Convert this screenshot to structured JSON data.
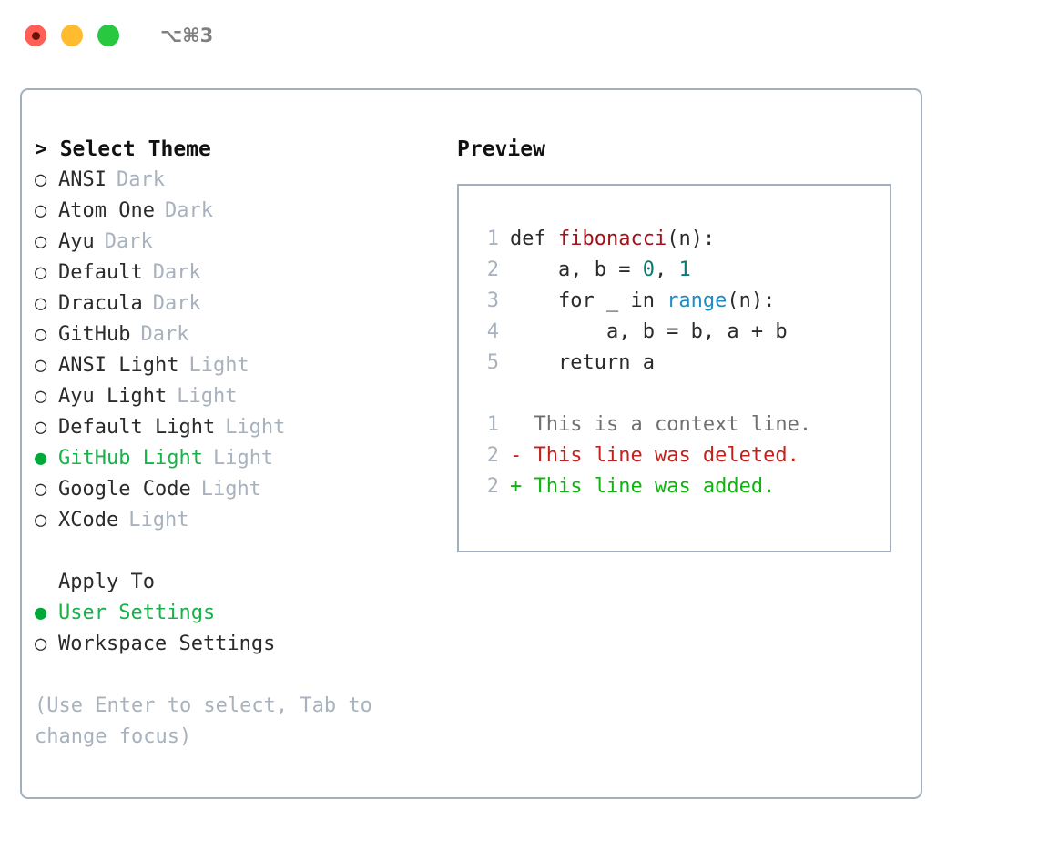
{
  "window": {
    "shortcut": "⌥⌘3",
    "traffic_lights": [
      {
        "name": "close",
        "color": "#ff5f57"
      },
      {
        "name": "minimize",
        "color": "#febc2e"
      },
      {
        "name": "maximize",
        "color": "#28c840"
      }
    ]
  },
  "theme_picker": {
    "header": "> Select Theme",
    "selected_marker": "●",
    "unselected_marker": "○",
    "selected_color": "#18b14a",
    "variant_color": "#a8b2be",
    "items": [
      {
        "name": "ANSI",
        "variant": "Dark",
        "selected": false
      },
      {
        "name": "Atom One",
        "variant": "Dark",
        "selected": false
      },
      {
        "name": "Ayu",
        "variant": "Dark",
        "selected": false
      },
      {
        "name": "Default",
        "variant": "Dark",
        "selected": false
      },
      {
        "name": "Dracula",
        "variant": "Dark",
        "selected": false
      },
      {
        "name": "GitHub",
        "variant": "Dark",
        "selected": false
      },
      {
        "name": "ANSI Light",
        "variant": "Light",
        "selected": false
      },
      {
        "name": "Ayu Light",
        "variant": "Light",
        "selected": false
      },
      {
        "name": "Default Light",
        "variant": "Light",
        "selected": false
      },
      {
        "name": "GitHub Light",
        "variant": "Light",
        "selected": true
      },
      {
        "name": "Google Code",
        "variant": "Light",
        "selected": false
      },
      {
        "name": "XCode",
        "variant": "Light",
        "selected": false
      }
    ]
  },
  "apply_to": {
    "header": "Apply To",
    "options": [
      {
        "label": "User Settings",
        "selected": true
      },
      {
        "label": "Workspace Settings",
        "selected": false
      }
    ]
  },
  "hint": "(Use Enter to select, Tab to change focus)",
  "preview": {
    "header": "Preview",
    "code_lines": [
      {
        "no": "1",
        "tokens": [
          {
            "text": "def ",
            "type": "plain"
          },
          {
            "text": "fibonacci",
            "type": "function"
          },
          {
            "text": "(n):",
            "type": "plain"
          }
        ]
      },
      {
        "no": "2",
        "tokens": [
          {
            "text": "    a, b = ",
            "type": "plain"
          },
          {
            "text": "0",
            "type": "number"
          },
          {
            "text": ", ",
            "type": "plain"
          },
          {
            "text": "1",
            "type": "number"
          }
        ]
      },
      {
        "no": "3",
        "tokens": [
          {
            "text": "    for _ in ",
            "type": "plain"
          },
          {
            "text": "range",
            "type": "builtin"
          },
          {
            "text": "(n):",
            "type": "plain"
          }
        ]
      },
      {
        "no": "4",
        "tokens": [
          {
            "text": "        a, b = b, a + b",
            "type": "plain"
          }
        ]
      },
      {
        "no": "5",
        "tokens": [
          {
            "text": "    return a",
            "type": "plain"
          }
        ]
      }
    ],
    "diff_lines": [
      {
        "no": "1",
        "marker": "  ",
        "text": "This is a context line.",
        "kind": "context"
      },
      {
        "no": "2",
        "marker": "- ",
        "text": "This line was deleted.",
        "kind": "deleted"
      },
      {
        "no": "2",
        "marker": "+ ",
        "text": "This line was added.",
        "kind": "added"
      }
    ],
    "syntax_colors": {
      "function": "#a3121a",
      "number": "#0a7a72",
      "builtin": "#1e8bc3",
      "plain": "#2b2b2b",
      "lineno": "#a8b2be",
      "diff_context": "#6f6f6f",
      "diff_deleted": "#c0231e",
      "diff_added": "#11b211"
    }
  }
}
